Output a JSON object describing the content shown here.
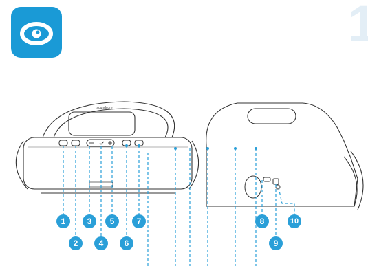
{
  "logo": {
    "icon": "eye-icon",
    "color": "#1a9ad6"
  },
  "page_number": "1",
  "figure": {
    "front_view": {
      "logo_text": "soundcore"
    },
    "callouts": [
      {
        "id": "callout-1",
        "label": "1"
      },
      {
        "id": "callout-2",
        "label": "2"
      },
      {
        "id": "callout-3",
        "label": "3"
      },
      {
        "id": "callout-4",
        "label": "4"
      },
      {
        "id": "callout-5",
        "label": "5"
      },
      {
        "id": "callout-6",
        "label": "6"
      },
      {
        "id": "callout-7",
        "label": "7"
      },
      {
        "id": "callout-8",
        "label": "8"
      },
      {
        "id": "callout-9",
        "label": "9"
      },
      {
        "id": "callout-10",
        "label": "10"
      }
    ],
    "callout_color": "#2a9fd8"
  }
}
